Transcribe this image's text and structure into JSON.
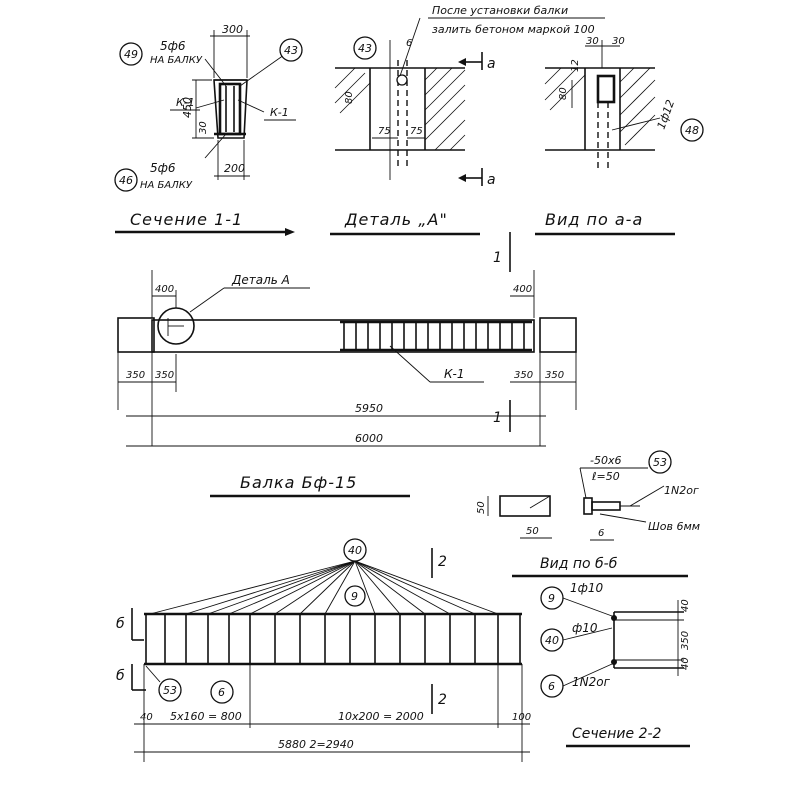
{
  "section_1_1": {
    "title": "Сечение 1-1",
    "dim_300": "300",
    "dim_450": "450",
    "dim_200": "200",
    "dim_30": "30",
    "top_bar": "5ф6",
    "top_bar_note": "НА БАЛКУ",
    "bottom_bar": "5ф6",
    "bottom_bar_note": "НА БАЛКУ",
    "pos_49": "49",
    "pos_43": "43",
    "pos_46": "46",
    "k1_left": "К-1",
    "k1_right": "К-1"
  },
  "detail_a": {
    "title": "Деталь „А\"",
    "note_line1": "После установки балки",
    "note_line2": "залить бетоном маркой 100",
    "pos_43": "43",
    "dim_6": "6",
    "dim_80": "80",
    "dim_75a": "75",
    "dim_75b": "75",
    "cut_top": "а",
    "cut_bottom": "а"
  },
  "view_a_a": {
    "title": "Вид по а-а",
    "dim_30a": "30",
    "dim_30b": "30",
    "dim_12": "12",
    "dim_80": "80",
    "bar": "1ф12",
    "pos_48": "48"
  },
  "beam": {
    "cut_mark_top": "1",
    "cut_mark_bottom": "1",
    "dim_400_left": "400",
    "dim_400_right": "400",
    "detail_label": "Деталь А",
    "k1_label": "К-1",
    "dim_350_1": "350",
    "dim_350_2": "350",
    "dim_350_3": "350",
    "dim_350_4": "350",
    "dim_5950": "5950",
    "dim_6000": "6000",
    "title": "Балка Бф-15"
  },
  "view_b_b": {
    "title": "Вид по б-б",
    "plate": "-50х6",
    "plate_len": "ℓ=50",
    "pos_53": "53",
    "bar_label": "1N2ог",
    "weld": "Шов 6мм",
    "dim_50v": "50",
    "dim_50h": "50",
    "dim_6": "6"
  },
  "frame": {
    "pos_40": "40",
    "pos_9": "9",
    "pos_53": "53",
    "pos_6": "6",
    "cut_2_top": "2",
    "cut_2_bottom": "2",
    "cut_b_top": "б",
    "cut_b_bottom": "б",
    "dim_40_left": "40",
    "dim_5x160": "5х160 = 800",
    "dim_10x200": "10х200 = 2000",
    "dim_100": "100",
    "dim_total": "5880  2=2940"
  },
  "section_2_2": {
    "title": "Сечение 2-2",
    "pos_9": "9",
    "pos_40": "40",
    "pos_6": "6",
    "bar_top": "1ф10",
    "bar_mid": "ф10",
    "bar_bottom": "1N2ог",
    "dim_40a": "40",
    "dim_350": "350",
    "dim_40b": "40"
  }
}
